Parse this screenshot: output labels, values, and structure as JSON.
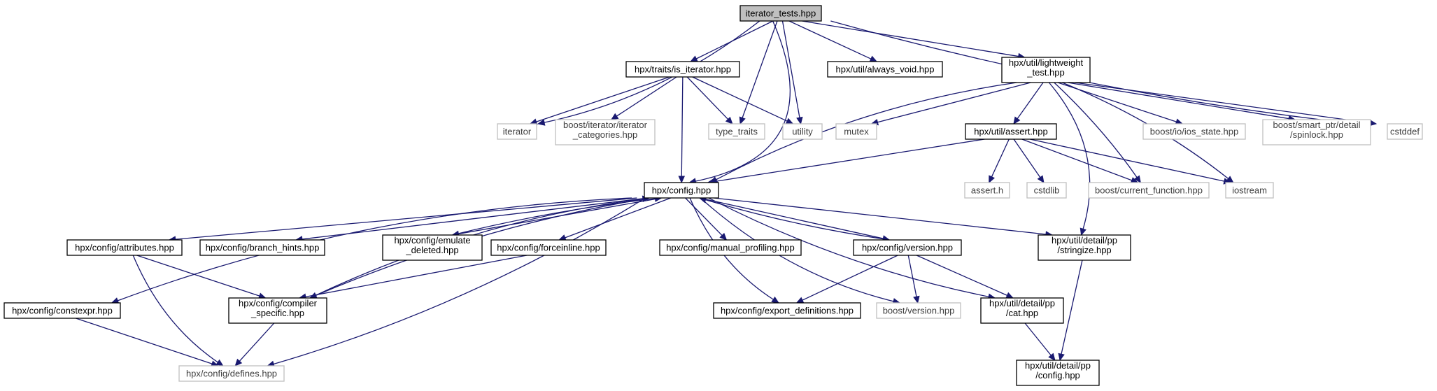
{
  "graph": {
    "colors": {
      "edge": "#191970",
      "root_fill": "#bfbfbf",
      "external_border": "#bfbfbf",
      "documented_border": "#000000"
    },
    "nodes": {
      "root": [
        "iterator_tests.hpp"
      ],
      "is_iterator": [
        "hpx/traits/is_iterator.hpp"
      ],
      "always_void": [
        "hpx/util/always_void.hpp"
      ],
      "lightweight": [
        "hpx/util/lightweight",
        "_test.hpp"
      ],
      "iterator": [
        "iterator"
      ],
      "iter_cat": [
        "boost/iterator/iterator",
        "_categories.hpp"
      ],
      "type_traits": [
        "type_traits"
      ],
      "utility": [
        "utility"
      ],
      "mutex": [
        "mutex"
      ],
      "assert_hpp": [
        "hpx/util/assert.hpp"
      ],
      "ios_state": [
        "boost/io/ios_state.hpp"
      ],
      "spinlock": [
        "boost/smart_ptr/detail",
        "/spinlock.hpp"
      ],
      "cstddef": [
        "cstddef"
      ],
      "config": [
        "hpx/config.hpp"
      ],
      "assert_h": [
        "assert.h"
      ],
      "cstdlib": [
        "cstdlib"
      ],
      "current_function": [
        "boost/current_function.hpp"
      ],
      "iostream": [
        "iostream"
      ],
      "attributes": [
        "hpx/config/attributes.hpp"
      ],
      "branch_hints": [
        "hpx/config/branch_hints.hpp"
      ],
      "emulate_deleted": [
        "hpx/config/emulate",
        "_deleted.hpp"
      ],
      "forceinline": [
        "hpx/config/forceinline.hpp"
      ],
      "manual_profiling": [
        "hpx/config/manual_profiling.hpp"
      ],
      "version": [
        "hpx/config/version.hpp"
      ],
      "stringize": [
        "hpx/util/detail/pp",
        "/stringize.hpp"
      ],
      "constexpr": [
        "hpx/config/constexpr.hpp"
      ],
      "compiler_specific": [
        "hpx/config/compiler",
        "_specific.hpp"
      ],
      "export_definitions": [
        "hpx/config/export_definitions.hpp"
      ],
      "boost_version": [
        "boost/version.hpp"
      ],
      "cat": [
        "hpx/util/detail/pp",
        "/cat.hpp"
      ],
      "defines": [
        "hpx/config/defines.hpp"
      ],
      "pp_config": [
        "hpx/util/detail/pp",
        "/config.hpp"
      ]
    }
  }
}
